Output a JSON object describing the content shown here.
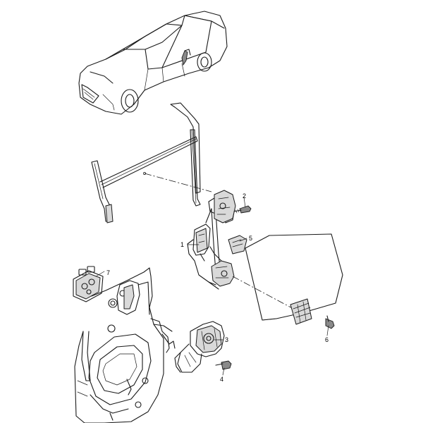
{
  "callouts": [
    {
      "id": "1",
      "text": "1"
    },
    {
      "id": "2",
      "text": "2"
    },
    {
      "id": "3",
      "text": "3"
    },
    {
      "id": "4",
      "text": "4"
    },
    {
      "id": "5",
      "text": "5"
    },
    {
      "id": "6",
      "text": "6"
    },
    {
      "id": "7",
      "text": "7"
    }
  ]
}
